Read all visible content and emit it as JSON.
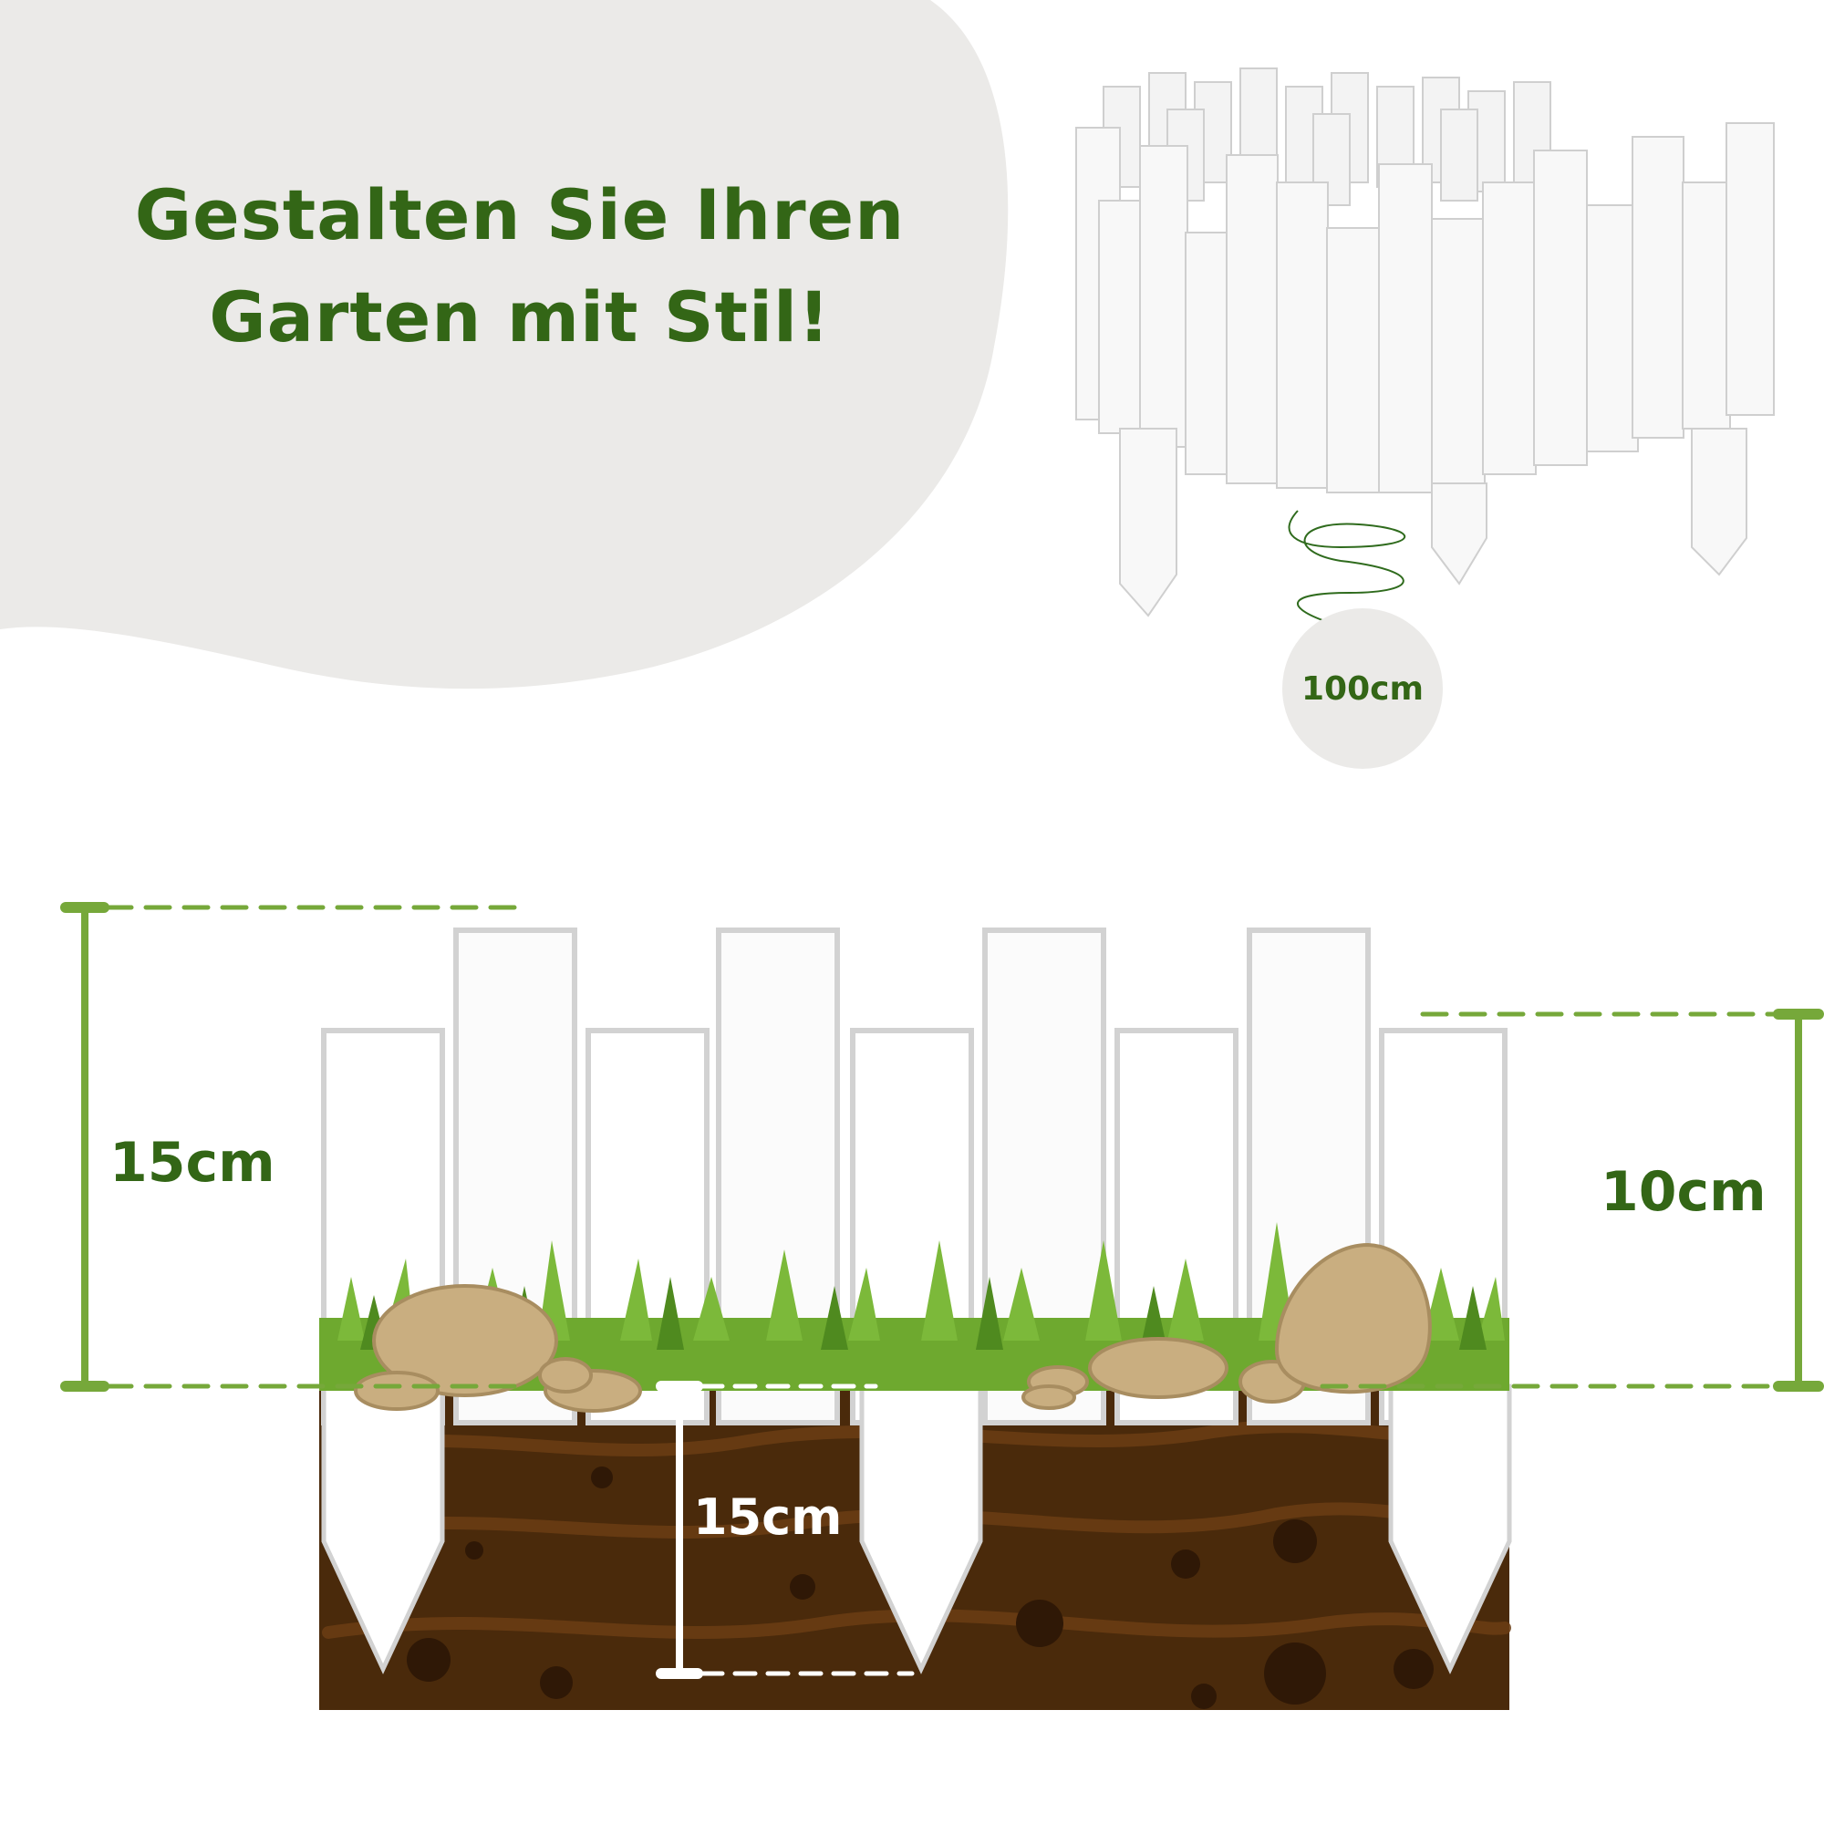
{
  "headline": {
    "line1": "Gestalten Sie Ihren",
    "line2": "Garten mit Stil!"
  },
  "roll_length_label": "100cm",
  "dimensions": {
    "total_height_label": "15cm",
    "short_height_label": "10cm",
    "ground_depth_label": "15cm"
  },
  "colors": {
    "headline_text": "#336616",
    "dimension_green": "#76a83a",
    "dimension_text": "#336616",
    "blob_grey": "#ebeae8",
    "soil": "#4a2a0b",
    "grass": "#6ea92f",
    "stone": "#c9ae80",
    "white_dimension": "#ffffff"
  }
}
